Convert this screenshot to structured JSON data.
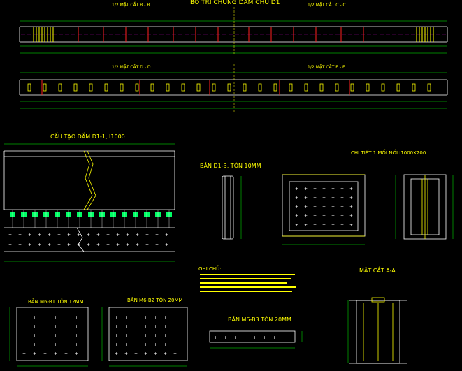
{
  "titles": {
    "main": "BỐ TRÍ CHUNG DẦM CHỦ D1",
    "sec_bb": "1/2 MẶT CẮT B - B",
    "sec_cc": "1/2 MẶT CẮT C - C",
    "sec_dd": "1/2 MẶT CẮT D - D",
    "sec_ee": "1/2 MẶT CẮT E - E",
    "cau_tao": "CẤU TẠO DẦM D1-1, I1000",
    "ban_d13": "BẢN D1-3, TÔN 10MM",
    "chi_tiet": "CHI TIẾT 1 MỐI NỐI I1000X200",
    "ghi_chu": "GHI CHÚ:",
    "mat_cat_aa": "MẶT CẮT A-A",
    "ban_m6_b1": "BẢN M6-B1 TÔN 12MM",
    "ban_m6_b2": "BẢN M6-B2 TÔN 20MM",
    "ban_m6_b3": "BẢN M6-B3 TÔN 20MM"
  },
  "colors": {
    "background": "#000000",
    "line": "#ffffff",
    "dimension": "#00ff00",
    "accent": "#ffff00",
    "marker": "#ff2020",
    "label": "#00ff66",
    "magenta": "#ff00ff"
  }
}
